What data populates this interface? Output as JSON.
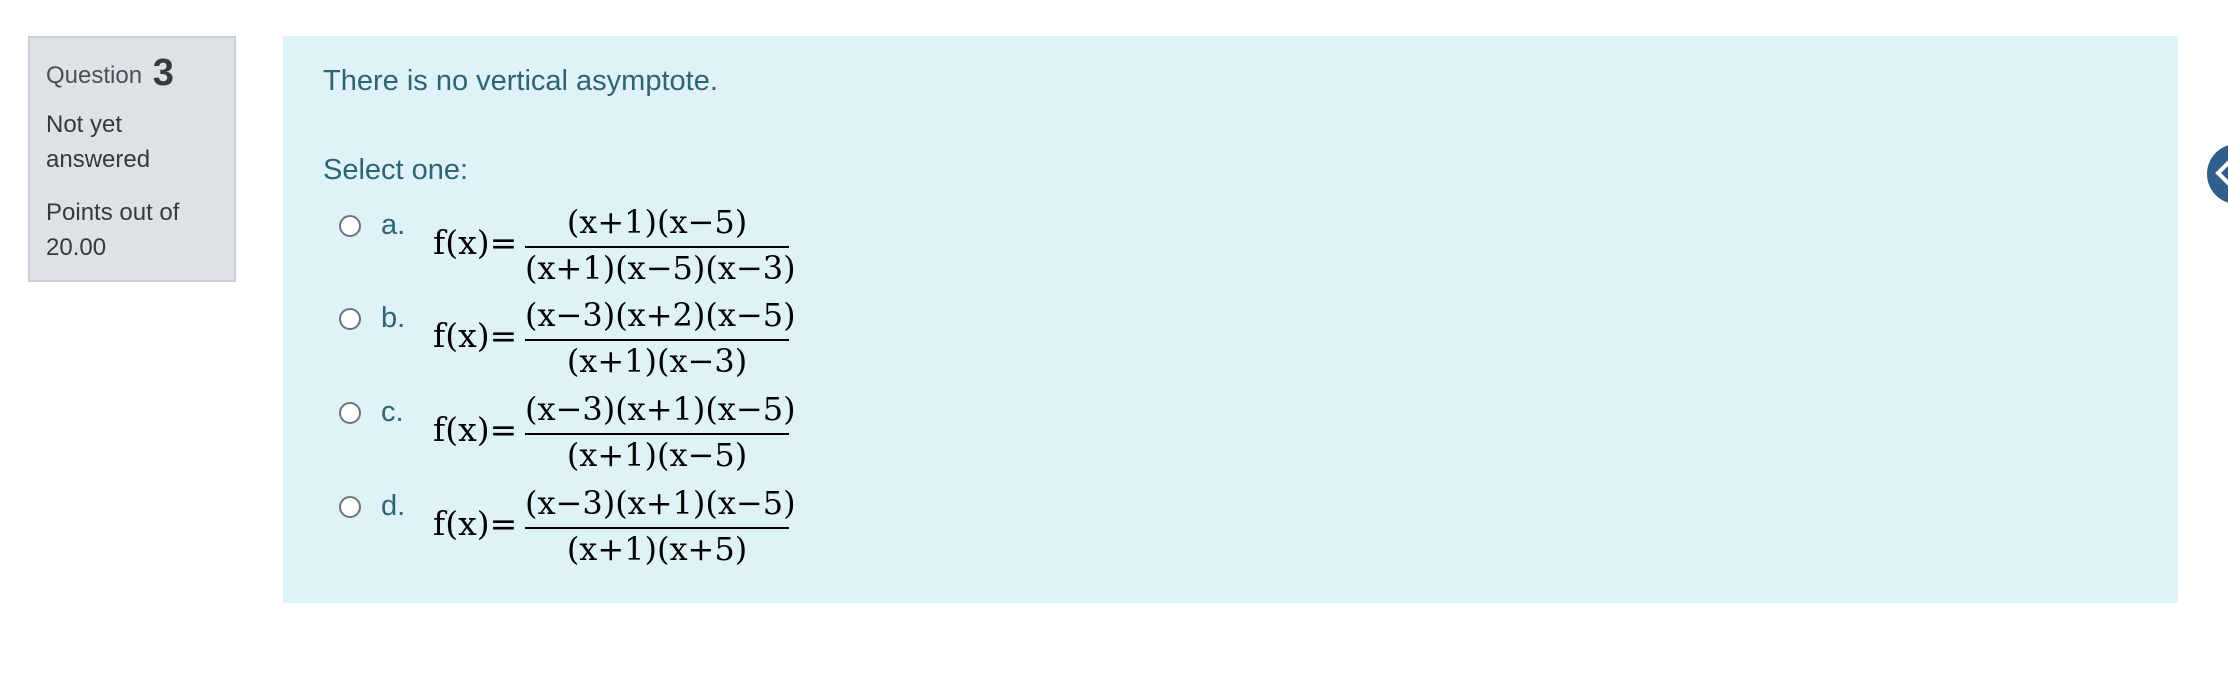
{
  "info": {
    "question_label": "Question",
    "question_number": "3",
    "status_line1": "Not yet",
    "status_line2": "answered",
    "points_line1": "Points out of",
    "points_line2": "20.00"
  },
  "question": {
    "text": "There is no vertical asymptote.",
    "prompt": "Select one:"
  },
  "answers": [
    {
      "letter": "a.",
      "lhs": "f(x)=",
      "numerator": "(x+1)(x−5)",
      "denominator": "(x+1)(x−5)(x−3)",
      "selected": false
    },
    {
      "letter": "b.",
      "lhs": "f(x)=",
      "numerator": "(x−3)(x+2)(x−5)",
      "denominator": "(x+1)(x−3)",
      "selected": false
    },
    {
      "letter": "c.",
      "lhs": "f(x)=",
      "numerator": "(x−3)(x+1)(x−5)",
      "denominator": "(x+1)(x−5)",
      "selected": false
    },
    {
      "letter": "d.",
      "lhs": "f(x)=",
      "numerator": "(x−3)(x+1)(x−5)",
      "denominator": "(x+1)(x+5)",
      "selected": false
    }
  ],
  "drawer_toggle": {
    "icon": "chevron-left-icon"
  },
  "colors": {
    "info_bg": "#dee2e6",
    "formulation_bg": "#def2f8",
    "formulation_text": "#2f6473",
    "drawer_button": "#2f5f8a"
  }
}
